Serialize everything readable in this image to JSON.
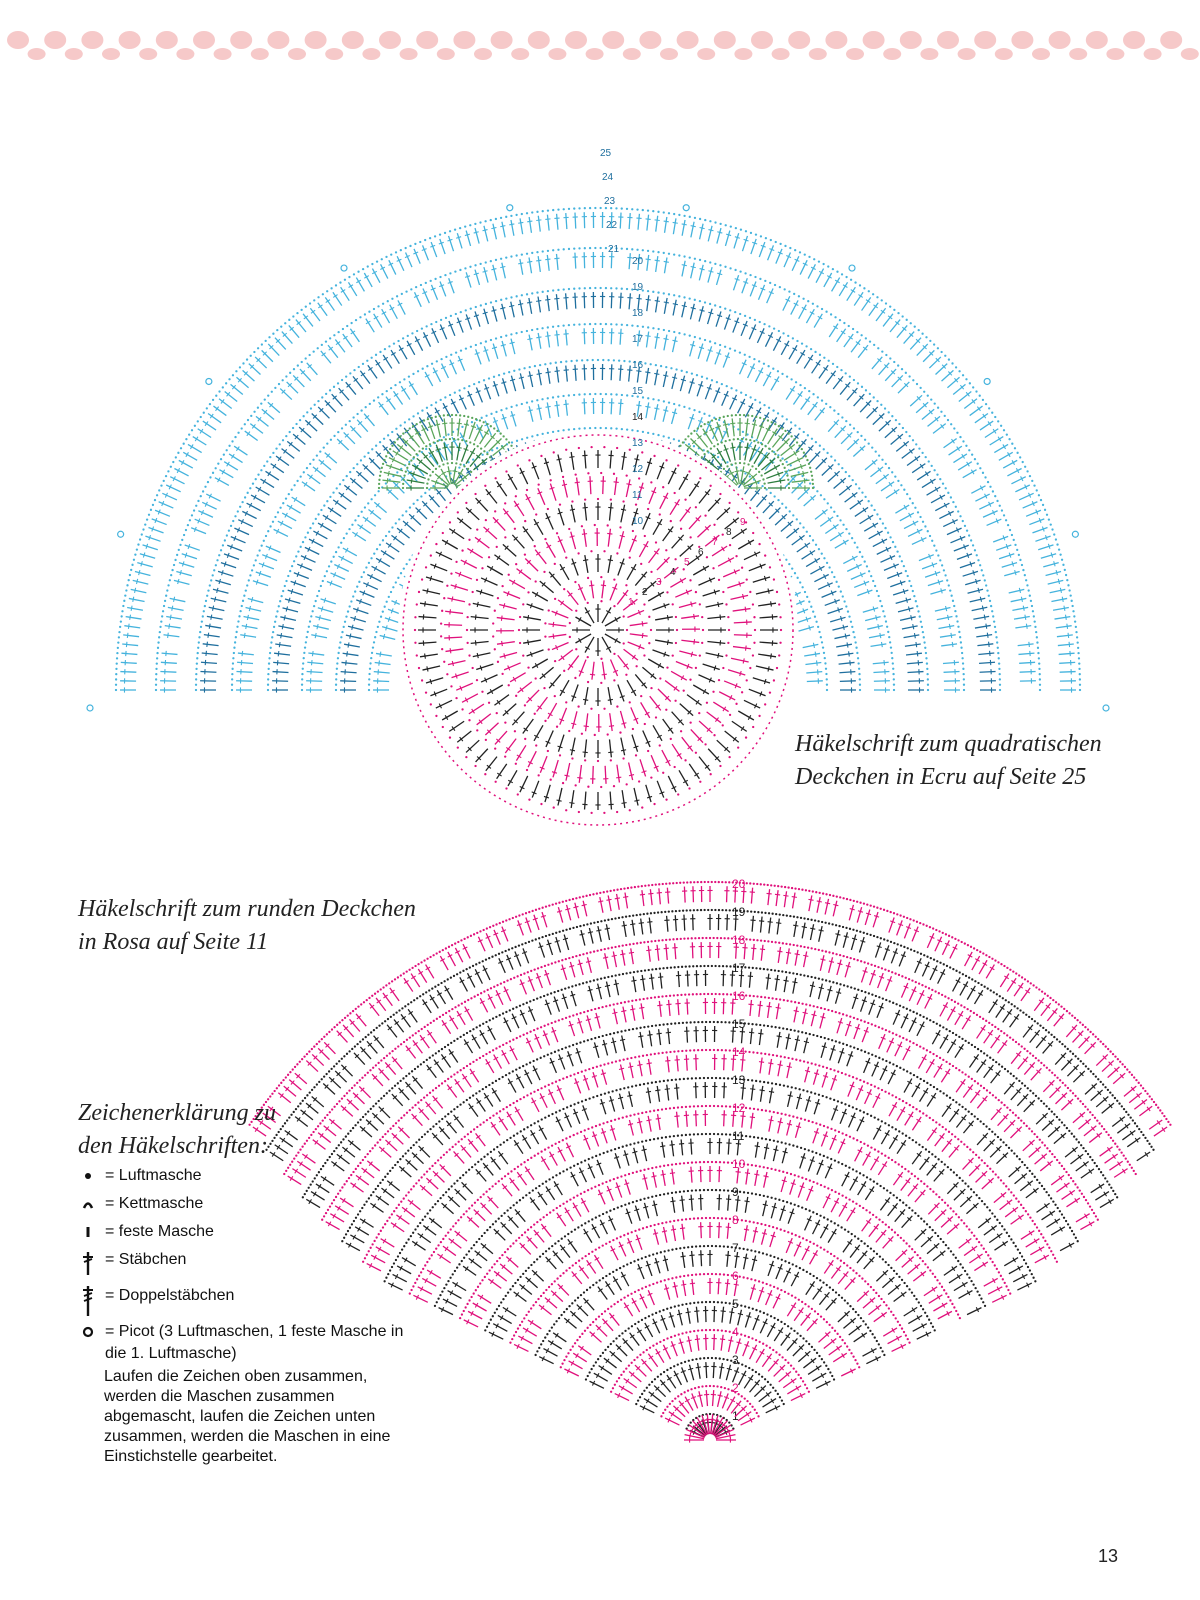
{
  "border": {
    "color": "#f6c9c9"
  },
  "diagram_top": {
    "caption_lines": [
      "Häkelschrift zum quadratischen",
      "Deckchen in Ecru auf Seite 25"
    ],
    "round_numbers": [
      "1",
      "2",
      "3",
      "4",
      "5",
      "6",
      "7",
      "8",
      "9",
      "10",
      "11",
      "12",
      "13",
      "14",
      "15",
      "16",
      "17",
      "18",
      "19",
      "20",
      "21",
      "22",
      "23",
      "24",
      "25"
    ],
    "colors": {
      "light_blue": "#45b3dd",
      "dark_blue": "#1f6f9e",
      "green": "#5aa55a",
      "pink": "#e0117c",
      "black": "#222222"
    }
  },
  "diagram_bottom": {
    "caption_lines": [
      "Häkelschrift zum runden Deckchen",
      "in Rosa auf Seite 11"
    ],
    "round_numbers": [
      "1",
      "2",
      "3",
      "4",
      "5",
      "6",
      "7",
      "8",
      "9",
      "10",
      "11",
      "12",
      "13",
      "14",
      "15",
      "16",
      "17",
      "18",
      "19",
      "20"
    ],
    "colors": {
      "pink": "#e0117c",
      "black": "#222222"
    }
  },
  "legend": {
    "title_lines": [
      "Zeichenerklärung zu",
      "den Häkelschriften:"
    ],
    "items": [
      {
        "symbol": "chain-dot",
        "label": "= Luftmasche"
      },
      {
        "symbol": "slip-stitch-arc",
        "label": "= Kettmasche"
      },
      {
        "symbol": "single-crochet-bar",
        "label": "= feste Masche"
      },
      {
        "symbol": "double-crochet-cross",
        "label": "= Stäbchen"
      },
      {
        "symbol": "treble-crochet-cross",
        "label": "= Doppelstäbchen"
      },
      {
        "symbol": "picot-circle",
        "label": "= Picot (3 Luftmaschen, 1 feste Masche in die 1. Luftmasche)"
      }
    ],
    "note": "Laufen die Zeichen oben zusammen, werden die Maschen zusammen abgemascht, laufen die Zeichen unten zusammen, werden die Maschen in eine Einstichstelle gearbeitet."
  },
  "page_number": "13"
}
